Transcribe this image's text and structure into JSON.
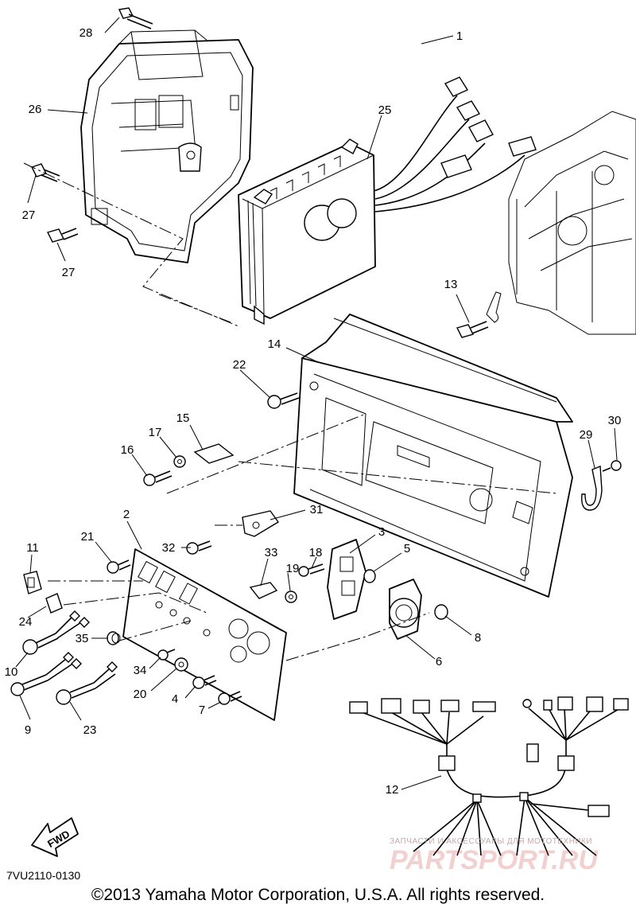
{
  "callouts": [
    {
      "id": "1",
      "text": "1"
    },
    {
      "id": "2",
      "text": "2"
    },
    {
      "id": "3",
      "text": "3"
    },
    {
      "id": "4",
      "text": "4"
    },
    {
      "id": "5",
      "text": "5"
    },
    {
      "id": "6",
      "text": "6"
    },
    {
      "id": "7",
      "text": "7"
    },
    {
      "id": "8",
      "text": "8"
    },
    {
      "id": "9",
      "text": "9"
    },
    {
      "id": "10",
      "text": "10"
    },
    {
      "id": "11",
      "text": "11"
    },
    {
      "id": "12",
      "text": "12"
    },
    {
      "id": "13",
      "text": "13"
    },
    {
      "id": "14",
      "text": "14"
    },
    {
      "id": "15",
      "text": "15"
    },
    {
      "id": "16",
      "text": "16"
    },
    {
      "id": "17",
      "text": "17"
    },
    {
      "id": "18",
      "text": "18"
    },
    {
      "id": "19",
      "text": "19"
    },
    {
      "id": "20",
      "text": "20"
    },
    {
      "id": "21",
      "text": "21"
    },
    {
      "id": "22",
      "text": "22"
    },
    {
      "id": "23",
      "text": "23"
    },
    {
      "id": "24",
      "text": "24"
    },
    {
      "id": "25",
      "text": "25"
    },
    {
      "id": "26",
      "text": "26"
    },
    {
      "id": "27a",
      "text": "27"
    },
    {
      "id": "27b",
      "text": "27"
    },
    {
      "id": "28",
      "text": "28"
    },
    {
      "id": "29",
      "text": "29"
    },
    {
      "id": "30",
      "text": "30"
    },
    {
      "id": "31",
      "text": "31"
    },
    {
      "id": "32",
      "text": "32"
    },
    {
      "id": "33",
      "text": "33"
    },
    {
      "id": "34",
      "text": "34"
    },
    {
      "id": "35",
      "text": "35"
    }
  ],
  "fwd_label": "FWD",
  "figure_code": "7VU2110-0130",
  "copyright": "©2013 Yamaha Motor Corporation, U.S.A. All rights reserved.",
  "watermark": {
    "small": "ЗАПЧАСТИ И АКСЕССУАРЫ ДЛЯ МОТОТЕХНИКИ",
    "large": "PARTSPORT.RU"
  }
}
